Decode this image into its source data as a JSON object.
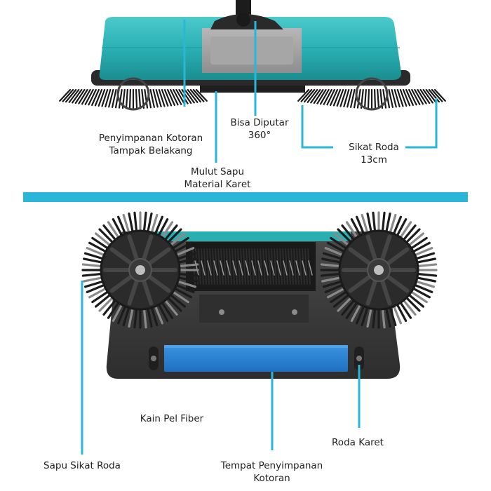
{
  "top_panel": {
    "callouts": [
      {
        "line1": "Penyimpanan Kotoran",
        "line2": "Tampak Belakang"
      },
      {
        "line1": "Bisa Diputar",
        "line2": "360°"
      },
      {
        "line1": "Mulut Sapu",
        "line2": "Material Karet"
      },
      {
        "line1": "Sikat Roda",
        "line2": "13cm"
      }
    ]
  },
  "bottom_panel": {
    "callouts": [
      {
        "line1": "Kain Pel Fiber"
      },
      {
        "line1": "Roda Karet"
      },
      {
        "line1": "Sapu Sikat Roda"
      },
      {
        "line1": "Tempat Penyimpanan",
        "line2": "Kotoran"
      }
    ]
  },
  "colors": {
    "accent_cyan": "#29b6d8",
    "body_teal": "#2aaeb0",
    "mop_blue": "#2a7fd4",
    "plastic_dark": "#3a3a3a"
  }
}
